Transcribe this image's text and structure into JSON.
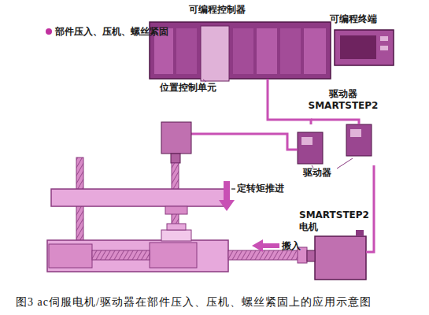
{
  "diagram": {
    "caption": "图3 ac伺服电机/驱动器在部件压入、压机、螺丝紧固上的应用示意图",
    "nodes": [
      {
        "text": [
          "可编程控制器"
        ]
      },
      {
        "text": [
          "可编程终端"
        ]
      },
      {
        "text": [
          "驱动器 SMARTSTEP2",
          "驱动器"
        ]
      },
      {
        "text": [
          "SMARTSTEP2 电机"
        ]
      }
    ],
    "edges": [
      {
        "from": 0,
        "to": 2,
        "arrow": "none"
      },
      {
        "from": 2,
        "to": 3,
        "arrow": "none"
      }
    ],
    "labels": [
      "部件压入、压机、螺丝紧固",
      "位置控制单元",
      "定转矩推进",
      "搬入"
    ]
  }
}
